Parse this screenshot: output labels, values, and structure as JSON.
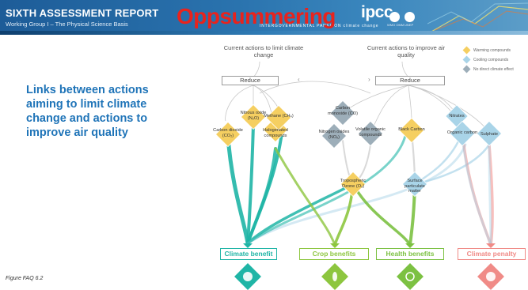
{
  "header": {
    "title": "SIXTH ASSESSMENT REPORT",
    "subtitle": "Working Group I – The Physical Science Basis",
    "overlay_word": "Oppsummering",
    "ipcc_logo": "ipcc",
    "ipcc_full": "INTERGOVERNMENTAL PANEL ON climate change",
    "wmo_caption": "WMO OMM",
    "unep_caption": "UNEP"
  },
  "left_text": "Links between actions aiming to limit climate change and actions to improve air quality",
  "figure_caption": "Figure FAQ 6.2",
  "diagram": {
    "top_left_label": "Current actions to limit climate change",
    "top_right_label": "Current actions to improve air quality",
    "reduce_left": "Reduce",
    "reduce_right": "Reduce",
    "legend": [
      {
        "label": "Warming compounds",
        "color": "#f5cf61"
      },
      {
        "label": "Cooling compounds",
        "color": "#a9d4e8"
      },
      {
        "label": "No direct climate effect",
        "color": "#9daeb9"
      }
    ],
    "nodes": {
      "carbon_dioxide": "Carbon dioxide (CO₂)",
      "nitrous_oxide": "Nitrous oxide (N₂O)",
      "halogenated": "Halogenated compounds",
      "methane": "Methane (CH₄)",
      "carbon_monoxide": "Carbon monoxide (CO)",
      "nitrogen_oxides": "Nitrogen oxides (NOₓ)",
      "vocs": "Volatile organic compounds",
      "black_carbon": "Black Carbon",
      "nitrates": "Nitrates",
      "organic_carbon": "Organic carbon",
      "sulphate": "Sulphate",
      "ozone": "Tropospheric Ozone (O₃)",
      "pm": "Surface particulate matter"
    },
    "outcomes": {
      "climate_benefit": "Climate benefit",
      "crop_benefits": "Crop benefits",
      "health_benefits": "Health benefits",
      "climate_penalty": "Climate penalty"
    },
    "colors": {
      "climate_benefit": "#1fb5a6",
      "crop_benefits": "#8dc63f",
      "health_benefits": "#7cc142",
      "climate_penalty": "#f08b87",
      "warming": "#f5cf61",
      "cooling": "#a9d4e8",
      "neutral": "#9daeb9"
    }
  }
}
